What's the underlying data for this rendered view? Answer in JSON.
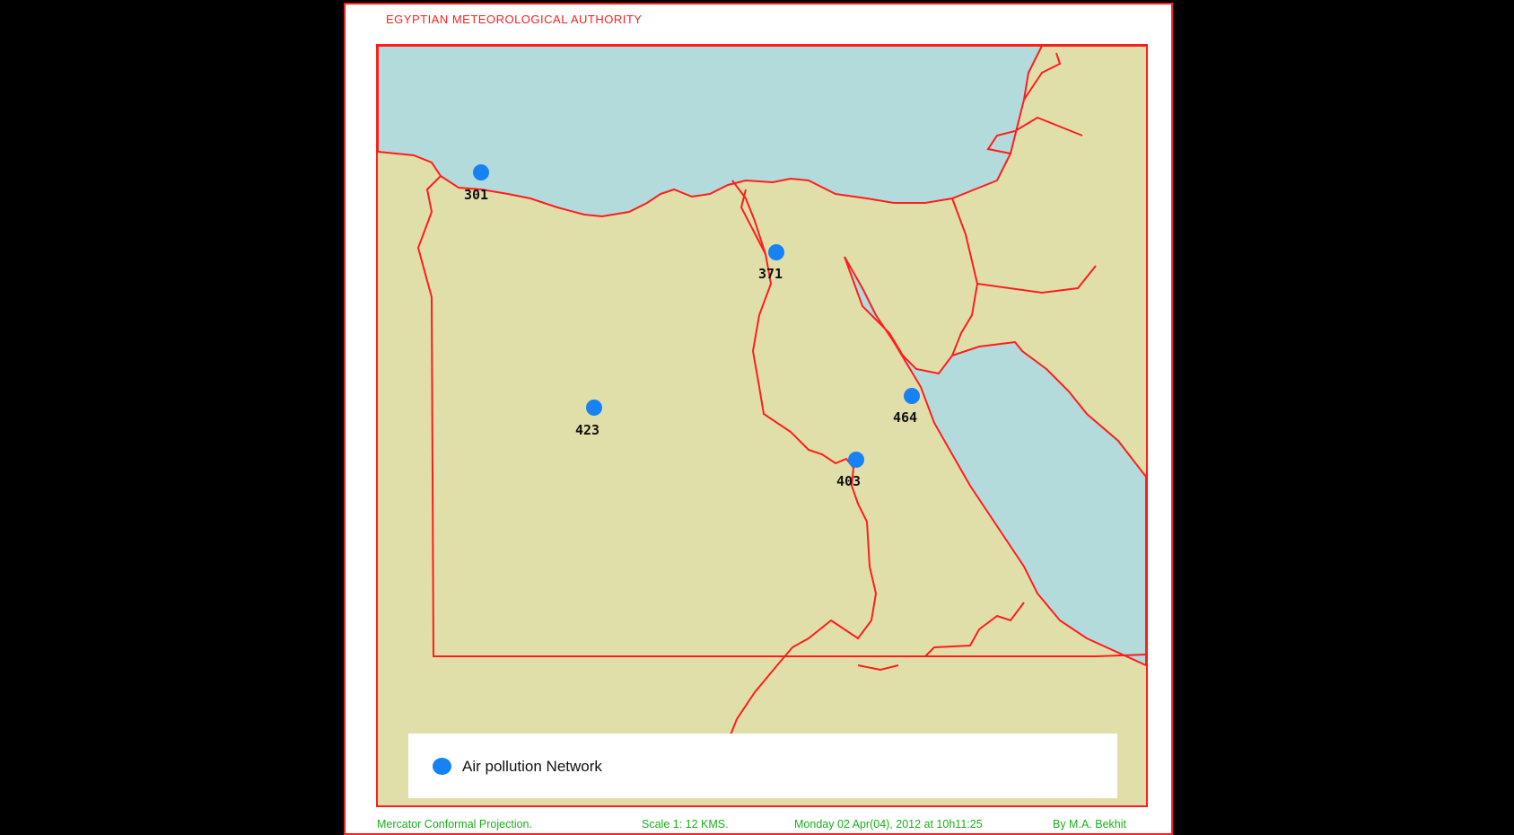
{
  "header": {
    "title": "EGYPTIAN METEOROLOGICAL AUTHORITY"
  },
  "map": {
    "colors": {
      "land": "#e0dfaa",
      "sea": "#b3dbdb",
      "border": "#ff1d1d",
      "station": "#1782f4"
    },
    "stations": [
      {
        "id": "301"
      },
      {
        "id": "371"
      },
      {
        "id": "423"
      },
      {
        "id": "464"
      },
      {
        "id": "403"
      }
    ]
  },
  "legend": {
    "label": "Air pollution Network",
    "marker_color": "#1782f4"
  },
  "footer": {
    "projection": "Mercator Conformal Projection.",
    "scale": "Scale 1:  12 KMS.",
    "datetime": "Monday 02 Apr(04), 2012 at 10h11:25",
    "author": "By M.A. Bekhit"
  }
}
